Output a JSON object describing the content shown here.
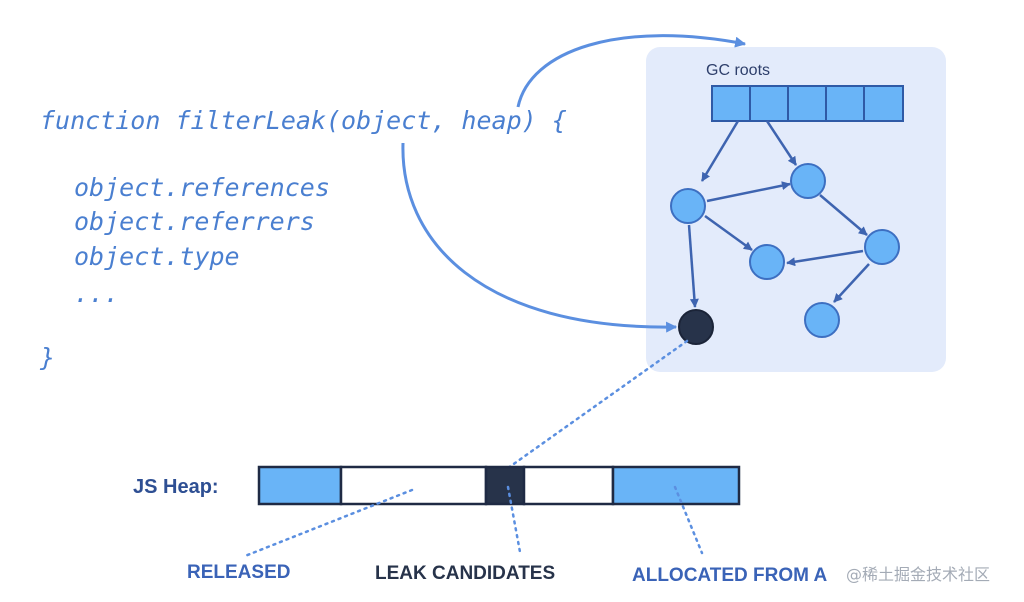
{
  "code": {
    "signature": "function filterLeak(object, heap) {",
    "lines": [
      "object.references",
      "object.referrers",
      "object.type",
      "..."
    ],
    "closing": "}"
  },
  "graph": {
    "title": "GC roots"
  },
  "heap": {
    "label": "JS Heap:",
    "captions": {
      "released": "RELEASED",
      "leak": "LEAK CANDIDATES",
      "allocated": "ALLOCATED FROM A"
    }
  },
  "watermark": "@稀土掘金技术社区",
  "colors": {
    "code": "#4a7fd0",
    "panel": "#e3ebfb",
    "node_fill": "#69b4f7",
    "node_stroke": "#3d6fc1",
    "leak_node": "#27334a",
    "arrow": "#3e64b0",
    "caption_blue": "#3a63b7",
    "caption_dark": "#27334a"
  }
}
